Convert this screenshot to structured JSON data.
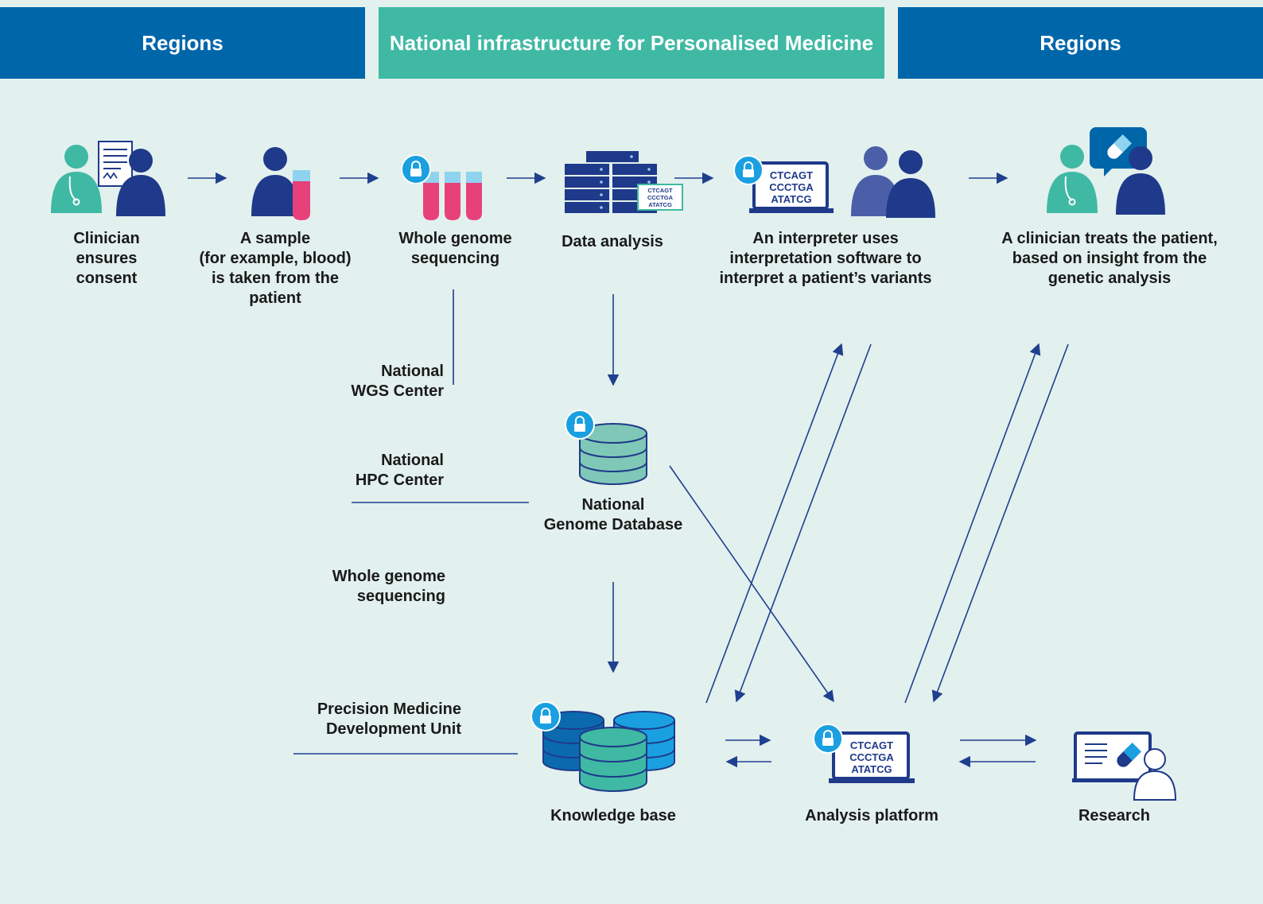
{
  "header": {
    "left": "Regions",
    "center": "National infrastructure for Personalised Medicine",
    "right": "Regions"
  },
  "colors": {
    "band_blue": "#0066aa",
    "band_teal": "#3fb9a3",
    "background": "#e2f0ee",
    "line": "#1f3f8f",
    "navy": "#1f3a8a",
    "pink": "#e8417a",
    "light_blue": "#8fd3ef",
    "lock": "#1aa0e0"
  },
  "steps": {
    "consent": "Clinician\nensures\nconsent",
    "sample": "A sample\n(for example, blood)\nis taken from the\npatient",
    "wgs": "Whole genome\nsequencing",
    "analysis": "Data analysis",
    "interpreter": "An interpreter uses\ninterpretation software to\ninterpret a patient’s variants",
    "treat": "A clinician treats the patient,\nbased on insight from the\ngenetic analysis"
  },
  "infrastructure": {
    "wgs_center": "National\nWGS Center",
    "hpc_center": "National\nHPC Center",
    "wgs_label": "Whole genome\nsequencing",
    "pmdu": "Precision Medicine\nDevelopment Unit",
    "genome_db": "National\nGenome Database",
    "knowledge_base": "Knowledge base",
    "analysis_platform": "Analysis platform",
    "research": "Research"
  },
  "dna_text": [
    "CTCAGT",
    "CCCTGA",
    "ATATCG"
  ]
}
